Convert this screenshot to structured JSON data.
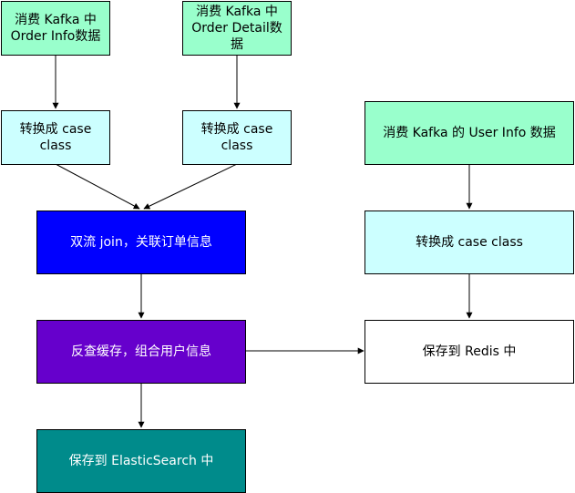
{
  "nodes": {
    "order_info": {
      "line1": "消费 Kafka 中",
      "line2": "Order Info数据",
      "fill": "#99FFCC"
    },
    "order_detail": {
      "line1": "消费 Kafka 中",
      "line2": "Order Detail数据",
      "fill": "#99FFCC"
    },
    "to_case_class_1": {
      "line1": "转换成 case",
      "line2": "class",
      "fill": "#CCFFFF"
    },
    "to_case_class_2": {
      "line1": "转换成 case",
      "line2": "class",
      "fill": "#CCFFFF"
    },
    "user_info": {
      "text": "消费 Kafka 的 User Info 数据",
      "fill": "#99FFCC"
    },
    "dual_join": {
      "text": "双流 join，关联订单信息",
      "fill": "#0000FF"
    },
    "to_case_class_3": {
      "text": "转换成 case class",
      "fill": "#CCFFFF"
    },
    "reverse_cache": {
      "text": "反查缓存，组合用户信息",
      "fill": "#6600CC"
    },
    "save_redis": {
      "text": "保存到 Redis 中",
      "fill": "#FFFFFF"
    },
    "save_es": {
      "text": "保存到 ElasticSearch 中",
      "fill": "#008B8B"
    }
  }
}
